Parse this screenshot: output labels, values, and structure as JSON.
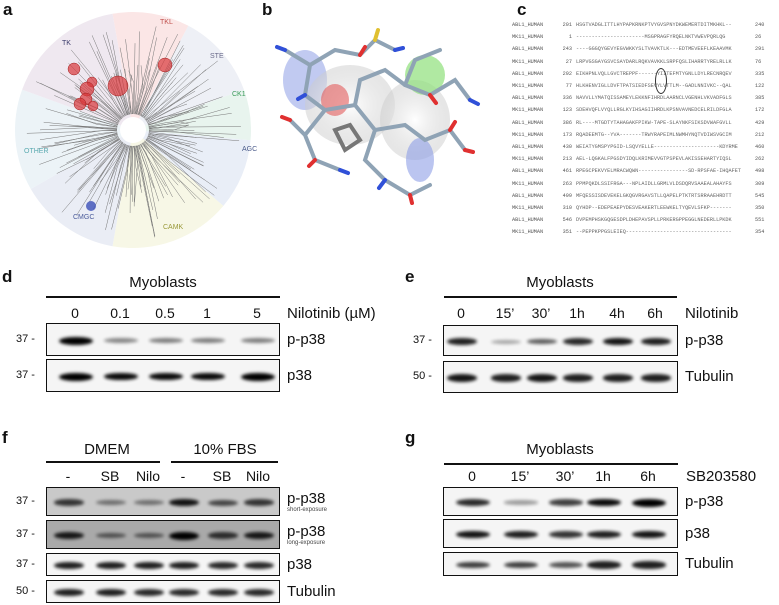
{
  "panels": {
    "a": {
      "label": "a",
      "groups": [
        {
          "name": "TKL",
          "color": "#c0504d"
        },
        {
          "name": "TK",
          "color": "#3a3a6a"
        },
        {
          "name": "STE",
          "color": "#6a6a8a"
        },
        {
          "name": "CK1",
          "color": "#3a9a5a"
        },
        {
          "name": "AGC",
          "color": "#4a5a8a"
        },
        {
          "name": "OTHER",
          "color": "#5aaab0"
        },
        {
          "name": "CMGC",
          "color": "#4a5a9a"
        },
        {
          "name": "CAMK",
          "color": "#9a9a3a"
        }
      ],
      "hit_color": "#d9383a",
      "offtarget_color": "#3b4fb8"
    },
    "b": {
      "label": "b"
    },
    "c": {
      "label": "c",
      "rows": [
        {
          "name": "ABL1_HUMAN",
          "start": "201",
          "seq": "HSGTVADGLITTLHYPAPKRNKPTVYGVSPNYDKWEMERTDITMKHKL--",
          "end": "240"
        },
        {
          "name": "MK11_HUMAN",
          "start": "1",
          "seq": "----------------------MSGPRAGFYRQELNKTVWEVPQRLQG",
          "end": "26"
        },
        {
          "name": "ABL1_HUMAN",
          "start": "243",
          "seq": "----GGGQYGEVYEGVWKKYSLTVAVKTLK---EDTMEVEEFLKEAAVMK",
          "end": "291"
        },
        {
          "name": "MK11_HUMAN",
          "start": "27",
          "seq": "LRPVGSGAYGSVCSAYDARLRQKVAVKKLSRPFQSLIHARRTYRELRLLK",
          "end": "76"
        },
        {
          "name": "ABL1_HUMAN",
          "start": "292",
          "seq": "EIKHPNLVQLLGVCTREPPF------YIITEFMTYGNLLDYLRECNRQEV",
          "end": "335"
        },
        {
          "name": "MK11_HUMAN",
          "start": "77",
          "seq": "HLKHENVIGLLDVFTPATSIEDFSEVYLVTTLM--GADLNNIVKC--QAL",
          "end": "122"
        },
        {
          "name": "ABL1_HUMAN",
          "start": "336",
          "seq": "NAVVLLYMATQISSAMEYLEKKNFIHRDLAARNCLVGENHLVKVADFGLS",
          "end": "385"
        },
        {
          "name": "MK11_HUMAN",
          "start": "123",
          "seq": "SDEHVQFLVYQLLRGLKYIHSAGIIHRDLKPSNVAVNEDCELRILDFGLA",
          "end": "172"
        },
        {
          "name": "ABL1_HUMAN",
          "start": "386",
          "seq": "RL----MTGDTYTAHAGAKFPIKW-TAPE-SLAYNKFSIKSDVWAFGVLL",
          "end": "429"
        },
        {
          "name": "MK11_HUMAN",
          "start": "173",
          "seq": "RQADEEMTG--YVA-------TRWYRAPEIMLNWMHYNQTVDIWSVGCIM",
          "end": "212"
        },
        {
          "name": "ABL1_HUMAN",
          "start": "430",
          "seq": "WEIATYGMSPYPGID-LSQVYELLE---------------------KDYRME",
          "end": "460"
        },
        {
          "name": "MK11_HUMAN",
          "start": "213",
          "seq": "AEL-LQGKALFPGSDYIDQLKRIMEVVGTPSPEVLAKISSEHARTYIQSL",
          "end": "262"
        },
        {
          "name": "ABL1_HUMAN",
          "start": "461",
          "seq": "RPEGCPEKVYELMRACWQWN----------------SD-RPSFAE-IHQAFET",
          "end": "498"
        },
        {
          "name": "MK11_HUMAN",
          "start": "263",
          "seq": "PPMPQKDLSSIFRGA---NPLAIDLLGRMLVLDSDQRVSAAEALAHAYFS",
          "end": "309"
        },
        {
          "name": "ABL1_HUMAN",
          "start": "499",
          "seq": "MFQESSISDEVEKELGKQGVRGAVSTLLQAPELPTKTRTSRRAAEHRDTT",
          "end": "545"
        },
        {
          "name": "MK11_HUMAN",
          "start": "310",
          "seq": "QYHDP--EDEPEAEPYDESVEAKERTLEEWKELTYQEVLSFKP-------",
          "end": "350"
        },
        {
          "name": "ABL1_HUMAN",
          "start": "546",
          "seq": "DVPEMPHSKGQGESDPLDHEPAVSPLLPRKERGPPEGGLNEDERLLPKDK",
          "end": "551"
        },
        {
          "name": "MK11_HUMAN",
          "start": "351",
          "seq": "--PEPPKPPGSLEIEQ----------------------------------",
          "end": "354"
        }
      ],
      "highlight_color": "#f3d36b"
    },
    "d": {
      "label": "d",
      "header": "Myoblasts",
      "treatment": "Nilotinib (µM)",
      "lanes": [
        "0",
        "0.1",
        "0.5",
        "1",
        "5"
      ],
      "blots": [
        {
          "target": "p-p38",
          "marker": "37 -",
          "intensity": [
            1.0,
            0.35,
            0.4,
            0.4,
            0.4
          ]
        },
        {
          "target": "p38",
          "marker": "37 -",
          "intensity": [
            1.0,
            0.95,
            0.95,
            0.95,
            1.0
          ]
        }
      ]
    },
    "e": {
      "label": "e",
      "header": "Myoblasts",
      "treatment": "Nilotinib",
      "lanes": [
        "0",
        "15’",
        "30’",
        "1h",
        "4h",
        "6h"
      ],
      "blots": [
        {
          "target": "p-p38",
          "marker": "37 -",
          "intensity": [
            0.85,
            0.2,
            0.55,
            0.8,
            0.9,
            0.85
          ]
        },
        {
          "target": "Tubulin",
          "marker": "50 -",
          "intensity": [
            0.9,
            0.85,
            0.9,
            0.85,
            0.85,
            0.85
          ]
        }
      ]
    },
    "f": {
      "label": "f",
      "groups": [
        {
          "name": "DMEM"
        },
        {
          "name": "10% FBS"
        }
      ],
      "lanes": [
        "-",
        "SB",
        "Nilo",
        "-",
        "SB",
        "Nilo"
      ],
      "blots": [
        {
          "target": "p-p38",
          "note": "short-exposure",
          "marker": "37 -",
          "intensity": [
            0.7,
            0.35,
            0.35,
            0.9,
            0.6,
            0.7
          ]
        },
        {
          "target": "p-p38",
          "note": "long-exposure",
          "marker": "37 -",
          "intensity": [
            0.85,
            0.45,
            0.45,
            1.0,
            0.7,
            0.85
          ]
        },
        {
          "target": "p38",
          "marker": "37 -",
          "intensity": [
            0.85,
            0.85,
            0.85,
            0.85,
            0.8,
            0.8
          ]
        },
        {
          "target": "Tubulin",
          "marker": "50 -",
          "intensity": [
            0.85,
            0.85,
            0.8,
            0.8,
            0.8,
            0.8
          ]
        }
      ]
    },
    "g": {
      "label": "g",
      "header": "Myoblasts",
      "treatment": "SB203580",
      "lanes": [
        "0",
        "15’",
        "30’",
        "1h",
        "6h"
      ],
      "blots": [
        {
          "target": "p-p38",
          "intensity": [
            0.8,
            0.25,
            0.7,
            0.95,
            1.0
          ]
        },
        {
          "target": "p38",
          "intensity": [
            0.9,
            0.85,
            0.75,
            0.85,
            0.9
          ]
        },
        {
          "target": "Tubulin",
          "intensity": [
            0.7,
            0.7,
            0.6,
            0.85,
            0.85
          ]
        }
      ]
    }
  }
}
